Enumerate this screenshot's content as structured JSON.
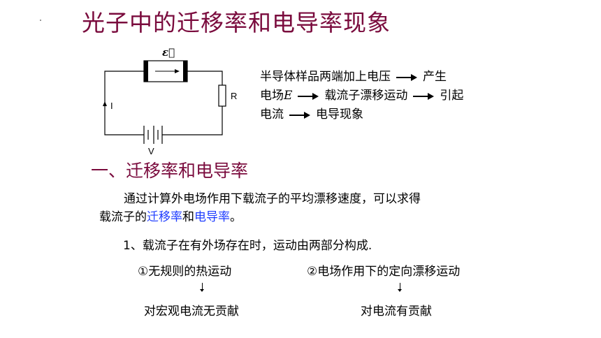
{
  "title": "光子中的迁移率和电导率现象",
  "circuit": {
    "field_symbol": "ε⃗",
    "label_R": "R",
    "label_I": "I",
    "label_V": "V"
  },
  "description": {
    "row1": {
      "a": "半导体样品两端加上电压",
      "b": "产生"
    },
    "row2": {
      "a": "电场",
      "e": "E",
      "b": "载流子漂移运动",
      "c": "引起"
    },
    "row3": {
      "a": "电流",
      "b": "电导现象"
    }
  },
  "section_heading": "一、迁移率和电导率",
  "paragraph": {
    "line1": "通过计算外电场作用下载流子的平均漂移速度，可以求得",
    "line2_prefix": "载流子的",
    "term1": "迁移率",
    "conj": "和",
    "term2": "电导率",
    "line2_suffix": "。"
  },
  "point1": "1、载流子在有外场存在时，运动由两部分构成.",
  "motion": {
    "left_top": "①无规则的热运动",
    "right_top": "②电场作用下的定向漂移运动",
    "left_bottom": "对宏观电流无贡献",
    "right_bottom": "对电流有贡献"
  },
  "colors": {
    "title": "#7a0b3d",
    "highlight": "#1e3cff"
  }
}
